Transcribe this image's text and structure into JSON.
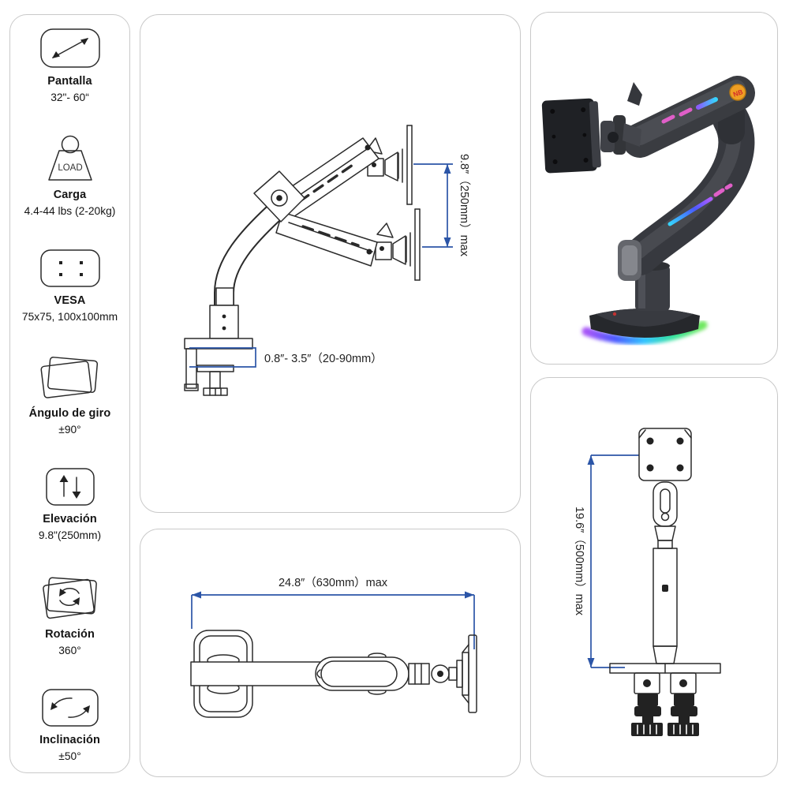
{
  "sidebar": {
    "items": [
      {
        "icon": "screen-diagonal-icon",
        "label": "Pantalla",
        "value": "32\"- 60“"
      },
      {
        "icon": "load-weight-icon",
        "label": "Carga",
        "value": "4.4-44 lbs (2-20kg)"
      },
      {
        "icon": "vesa-pattern-icon",
        "label": "VESA",
        "value": "75x75, 100x100mm"
      },
      {
        "icon": "swivel-icon",
        "label": "Ángulo de giro",
        "value": "±90°"
      },
      {
        "icon": "elevation-icon",
        "label": "Elevación",
        "value": "9.8\"(250mm)"
      },
      {
        "icon": "rotation-icon",
        "label": "Rotación",
        "value": "360°"
      },
      {
        "icon": "tilt-icon",
        "label": "Inclinación",
        "value": "±50°"
      }
    ],
    "load_icon_text": "LOAD"
  },
  "diagrams": {
    "side_view": {
      "height_dim": "9.8″（250mm）max",
      "clamp_dim": "0.8″- 3.5″（20-90mm）"
    },
    "top_view": {
      "width_dim": "24.8″（630mm）max"
    },
    "front_view": {
      "height_dim": "19.6″（500mm）max"
    }
  },
  "photo": {
    "brand_badge": "NB"
  },
  "colors": {
    "dimension_blue": "#2b55a7",
    "line_dark": "#2b2b2b",
    "panel_border": "#c9c9c9",
    "badge_orange": "#efA024",
    "rgb_magenta": "#e05fc8",
    "arm_gunmetal": "#3a3c41"
  }
}
